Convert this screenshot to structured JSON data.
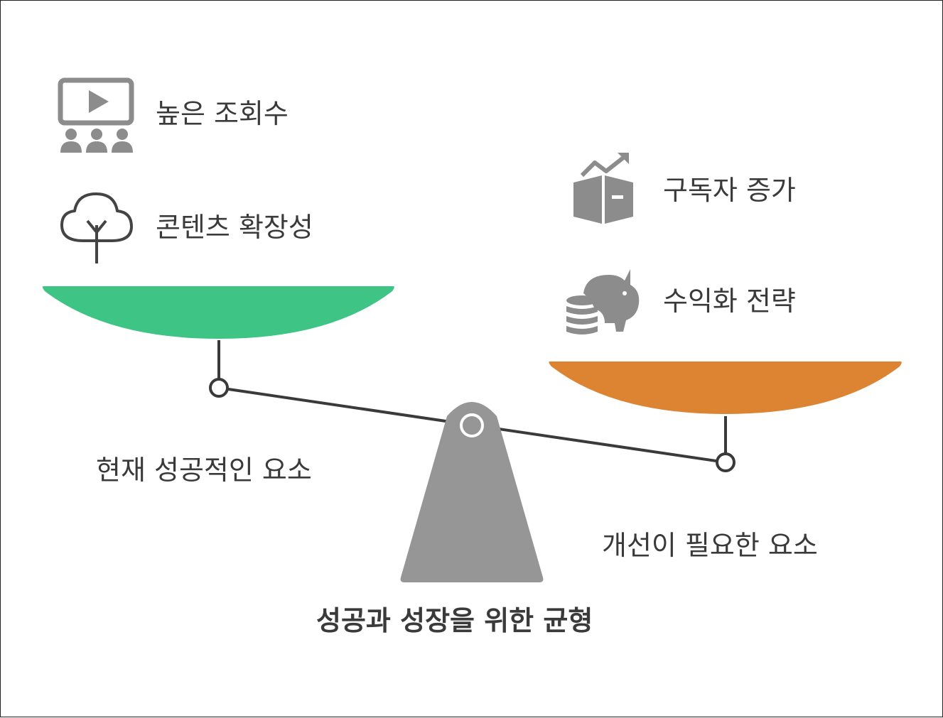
{
  "left_side": {
    "group_label": "현재 성공적인 요소",
    "items": [
      {
        "label": "높은 조회수",
        "icon": "video-audience-icon"
      },
      {
        "label": "콘텐츠 확장성",
        "icon": "tree-icon"
      }
    ],
    "pan_color": "#3ec585"
  },
  "right_side": {
    "group_label": "개선이 필요한 요소",
    "items": [
      {
        "label": "구독자 증가",
        "icon": "growth-box-icon"
      },
      {
        "label": "수익화 전략",
        "icon": "piggy-bank-coins-icon"
      }
    ],
    "pan_color": "#dd8433"
  },
  "title": "성공과 성장을 위한 균형",
  "colors": {
    "text": "#3a3a3a",
    "icon": "#8c8c8c",
    "fulcrum": "#969696",
    "beam": "#3a3a3a"
  }
}
